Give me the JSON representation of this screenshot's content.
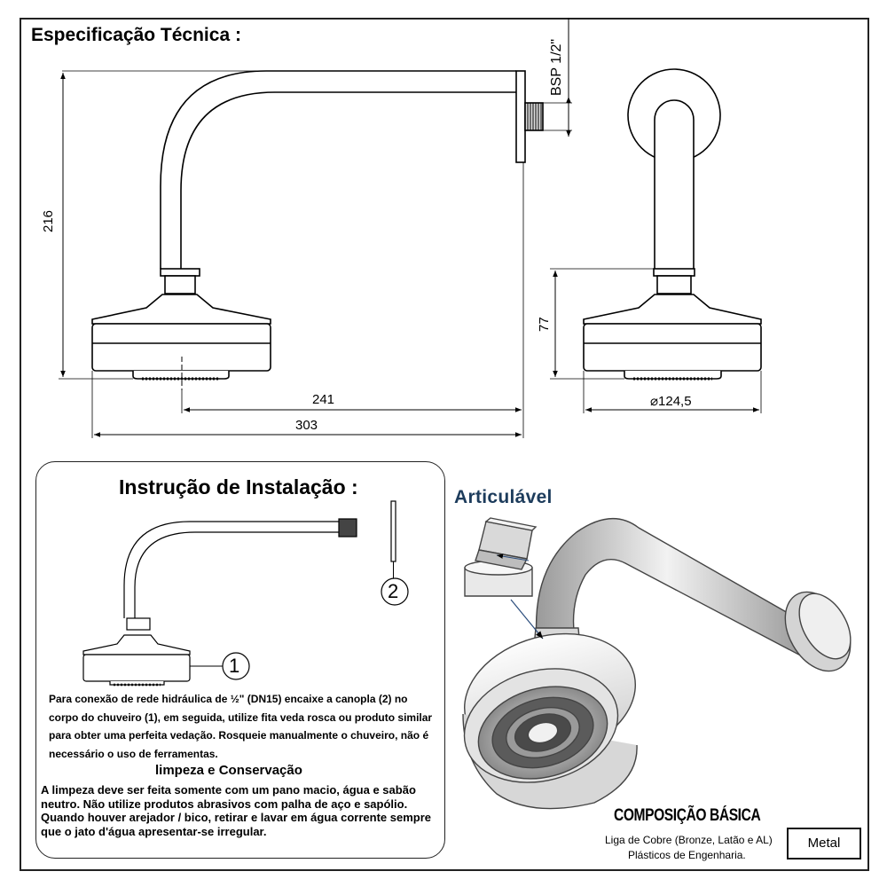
{
  "spec_title": "Especificação Técnica :",
  "dimensions": {
    "height_total": "216",
    "thread": "BSP 1/2\"",
    "horizontal_reach": "241",
    "total_length": "303",
    "head_height": "77",
    "diameter": "⌀124,5"
  },
  "installation": {
    "title": "Instrução de Instalação :",
    "callout_1": "1",
    "callout_2": "2",
    "text": "Para conexão de rede hidráulica de ½\" (DN15) encaixe a canopla (2) no corpo do chuveiro (1), em seguida, utilize fita veda rosca ou produto similar para obter uma perfeita vedação. Rosqueie manualmente o chuveiro, não é necessário o uso de ferramentas.",
    "care_title": "limpeza e Conservação",
    "care_text": "A limpeza deve ser feita somente com um pano macio, água e sabão neutro. Não utilize produtos  abrasivos com palha de aço e sapólio. Quando houver arejador / bico, retirar e lavar em água corrente sempre que o jato d'água apresentar-se irregular."
  },
  "articulated_label": "Articulável",
  "composition": {
    "title": "COMPOSIÇÃO BÁSICA",
    "line1": "Liga de Cobre (Bronze, Latão e AL)",
    "line2": "Plásticos de Engenharia.",
    "material": "Metal"
  }
}
